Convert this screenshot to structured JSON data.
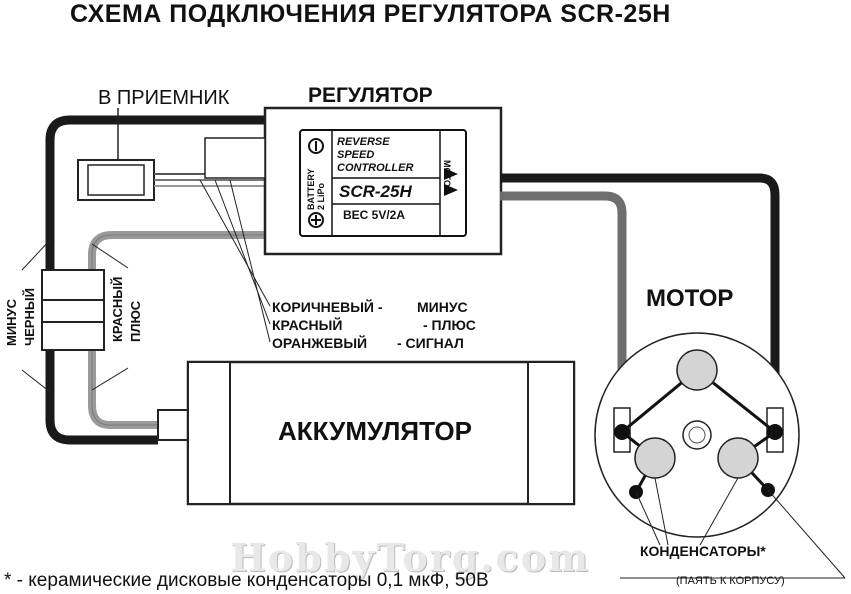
{
  "title": "СХЕМА ПОДКЛЮЧЕНИЯ РЕГУЛЯТОРА  SCR-25H",
  "labels": {
    "regulator": "РЕГУЛЯТОР",
    "receiver": "В ПРИЕМНИК",
    "motor": "МОТОР",
    "battery": "АККУМУЛЯТОР",
    "capacitors": "КОНДЕНСАТОРЫ*",
    "solder_note": "(ПАЯТЬ К КОРПУСУ)",
    "minus": "МИНУС",
    "black": "ЧЕРНЫЙ",
    "red": "КРАСНЫЙ",
    "plus": "ПЛЮС"
  },
  "wire_legend": [
    {
      "color": "КОРИЧНЕВЫЙ -",
      "meaning": "МИНУС"
    },
    {
      "color": "КРАСНЫЙ",
      "meaning": "-   ПЛЮС"
    },
    {
      "color": "ОРАНЖЕВЫЙ",
      "meaning": "- СИГНАЛ"
    }
  ],
  "controller_label": {
    "line1": "REVERSE",
    "line2": "SPEED",
    "line3": "CONTROLLER",
    "model": "SCR-25H",
    "bec": "BEC 5V/2A",
    "battery_side": "BATTERY",
    "battery_spec": "2 LiPo",
    "motor_side": "MOTOR"
  },
  "footnote": "* - керамические дисковые конденсаторы 0,1 мкФ, 50В",
  "watermark": "HobbyTorg.com",
  "colors": {
    "black_wire": "#1a1a1a",
    "red_wire": "#888888",
    "motor_wire_gray": "#6e6e6e"
  }
}
